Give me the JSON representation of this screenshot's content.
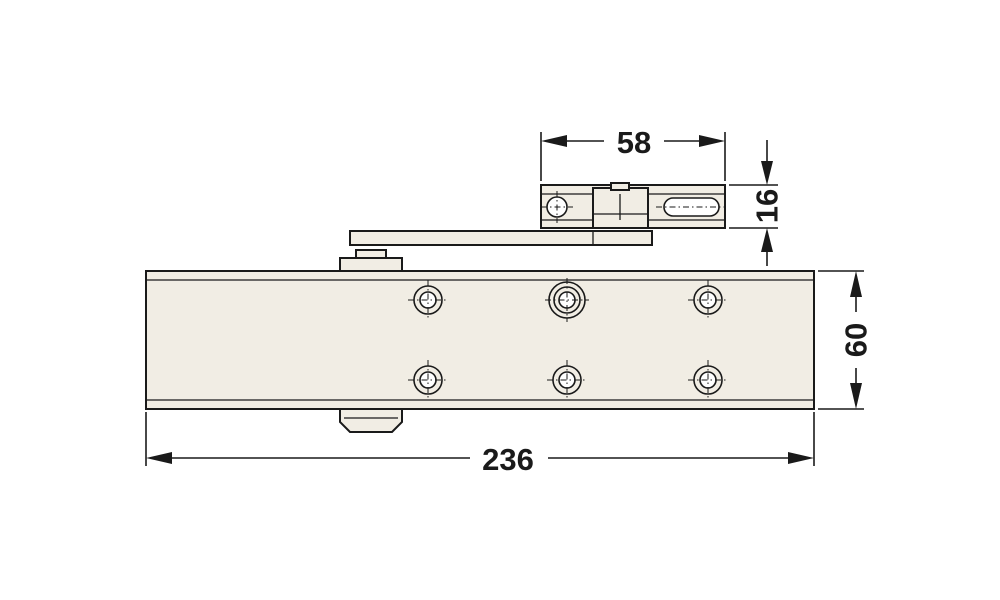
{
  "dimensions": {
    "overall_length": "236",
    "body_height": "60",
    "bracket_width": "58",
    "bracket_height": "16"
  },
  "colors": {
    "line": "#1a1a1a",
    "body_fill": "#f1ede4",
    "background": "#ffffff"
  }
}
